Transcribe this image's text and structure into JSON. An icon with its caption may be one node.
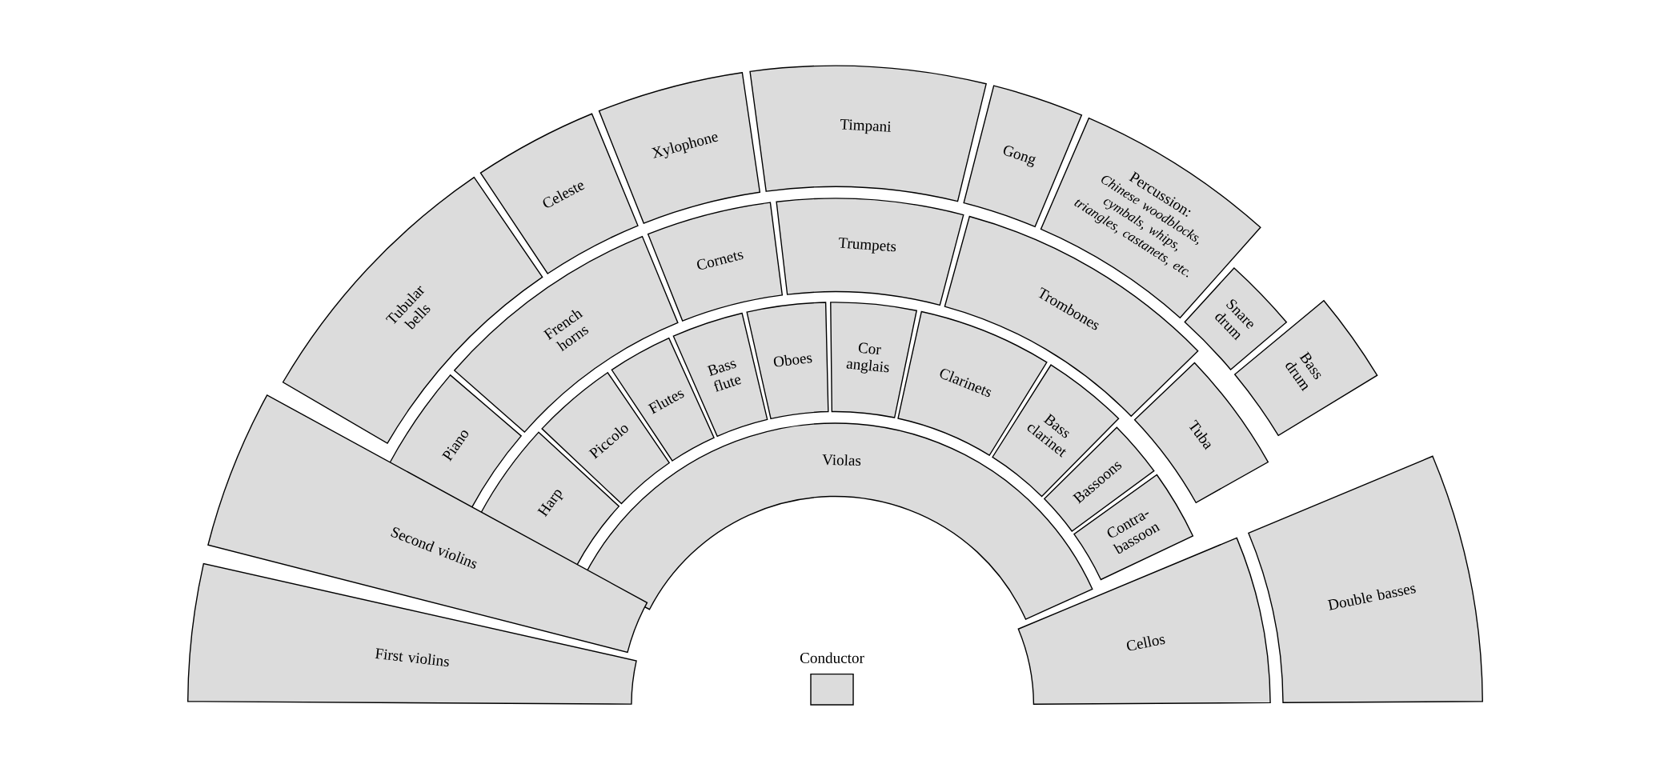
{
  "diagram": {
    "nodes": [
      {
        "text": [
          "Tubular bells"
        ]
      },
      {
        "text": [
          "Celeste"
        ]
      },
      {
        "text": [
          "Xylophone"
        ]
      },
      {
        "text": [
          "Timpani"
        ]
      },
      {
        "text": [
          "Gong"
        ]
      },
      {
        "text": [
          "Percussion:",
          "Chinese woodblocks, cymbals, whips, triangles, castanets, etc."
        ]
      },
      {
        "text": [
          "Snare drum"
        ]
      },
      {
        "text": [
          "Bass drum"
        ]
      },
      {
        "text": [
          "Piano"
        ]
      },
      {
        "text": [
          "French horns"
        ]
      },
      {
        "text": [
          "Cornets"
        ]
      },
      {
        "text": [
          "Trumpets"
        ]
      },
      {
        "text": [
          "Trombones"
        ]
      },
      {
        "text": [
          "Tuba"
        ]
      },
      {
        "text": [
          "Harp"
        ]
      },
      {
        "text": [
          "Piccolo"
        ]
      },
      {
        "text": [
          "Flutes"
        ]
      },
      {
        "text": [
          "Bass flute"
        ]
      },
      {
        "text": [
          "Oboes"
        ]
      },
      {
        "text": [
          "Cor anglais"
        ]
      },
      {
        "text": [
          "Clarinets"
        ]
      },
      {
        "text": [
          "Bass clarinet"
        ]
      },
      {
        "text": [
          "Bassoons"
        ]
      },
      {
        "text": [
          "Contra-bassoon"
        ]
      },
      {
        "text": [
          "Violas"
        ]
      },
      {
        "text": [
          "Second violins"
        ]
      },
      {
        "text": [
          "First violins"
        ]
      },
      {
        "text": [
          "Cellos"
        ]
      },
      {
        "text": [
          "Double basses"
        ]
      },
      {
        "text": [],
        "shape": "box",
        "beside": [
          "Conductor"
        ]
      }
    ]
  }
}
